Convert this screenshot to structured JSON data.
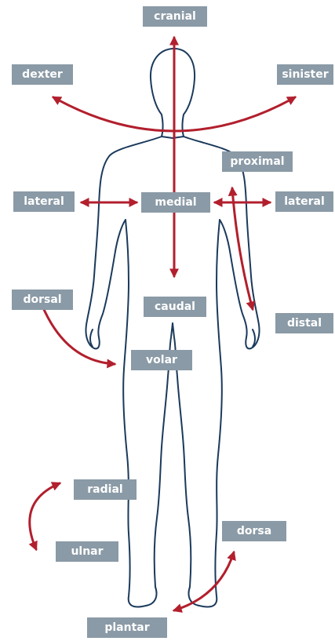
{
  "colors": {
    "arrow": "#b21f2d",
    "outline": "#1b3a5c",
    "label_bg": "#8a9aa6",
    "label_text": "#ffffff"
  },
  "labels": {
    "cranial": "cranial",
    "dexter": "dexter",
    "sinister": "sinister",
    "proximal": "proximal",
    "lateral_left": "lateral",
    "medial": "medial",
    "lateral_right": "lateral",
    "dorsal": "dorsal",
    "caudal": "caudal",
    "distal": "distal",
    "volar": "volar",
    "radial": "radial",
    "ulnar": "ulnar",
    "dorsa": "dorsa",
    "plantar": "plantar"
  }
}
